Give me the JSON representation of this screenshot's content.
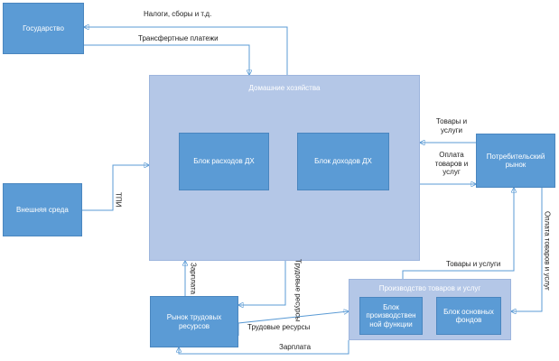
{
  "blocks": {
    "state": "Государство",
    "external": "Внешняя среда",
    "households": "Домашние хозяйства",
    "expenses": "Блок расходов ДХ",
    "income": "Блок доходов ДХ",
    "consumer_market": "Потребительский рынок",
    "labor_market": "Рынок трудовых ресурсов",
    "production": "Производство товаров и услуг",
    "production_function": "Блок производствен ной функции",
    "fixed_assets": "Блок основных фондов"
  },
  "labels": {
    "taxes": "Налоги, сборы и т.д.",
    "transfers": "Трансфертные платежи",
    "tpi": "ТПИ",
    "goods_services_1": "Товары и услуги",
    "payment_goods": "Оплата товаров и услуг",
    "salary_vertical": "Зарплата",
    "labor_resources_vertical": "Трудовые ресурсы",
    "goods_services_2": "Товары и услуги",
    "payment_goods_vertical": "Оплата товаров и услуг",
    "labor_resources_horizontal": "Трудовые ресурсы",
    "salary_bottom": "Зарплата"
  },
  "colors": {
    "dark_block": "#5b9bd5",
    "light_block": "#b4c7e7",
    "arrow": "#5b9bd5",
    "text": "#222222"
  }
}
